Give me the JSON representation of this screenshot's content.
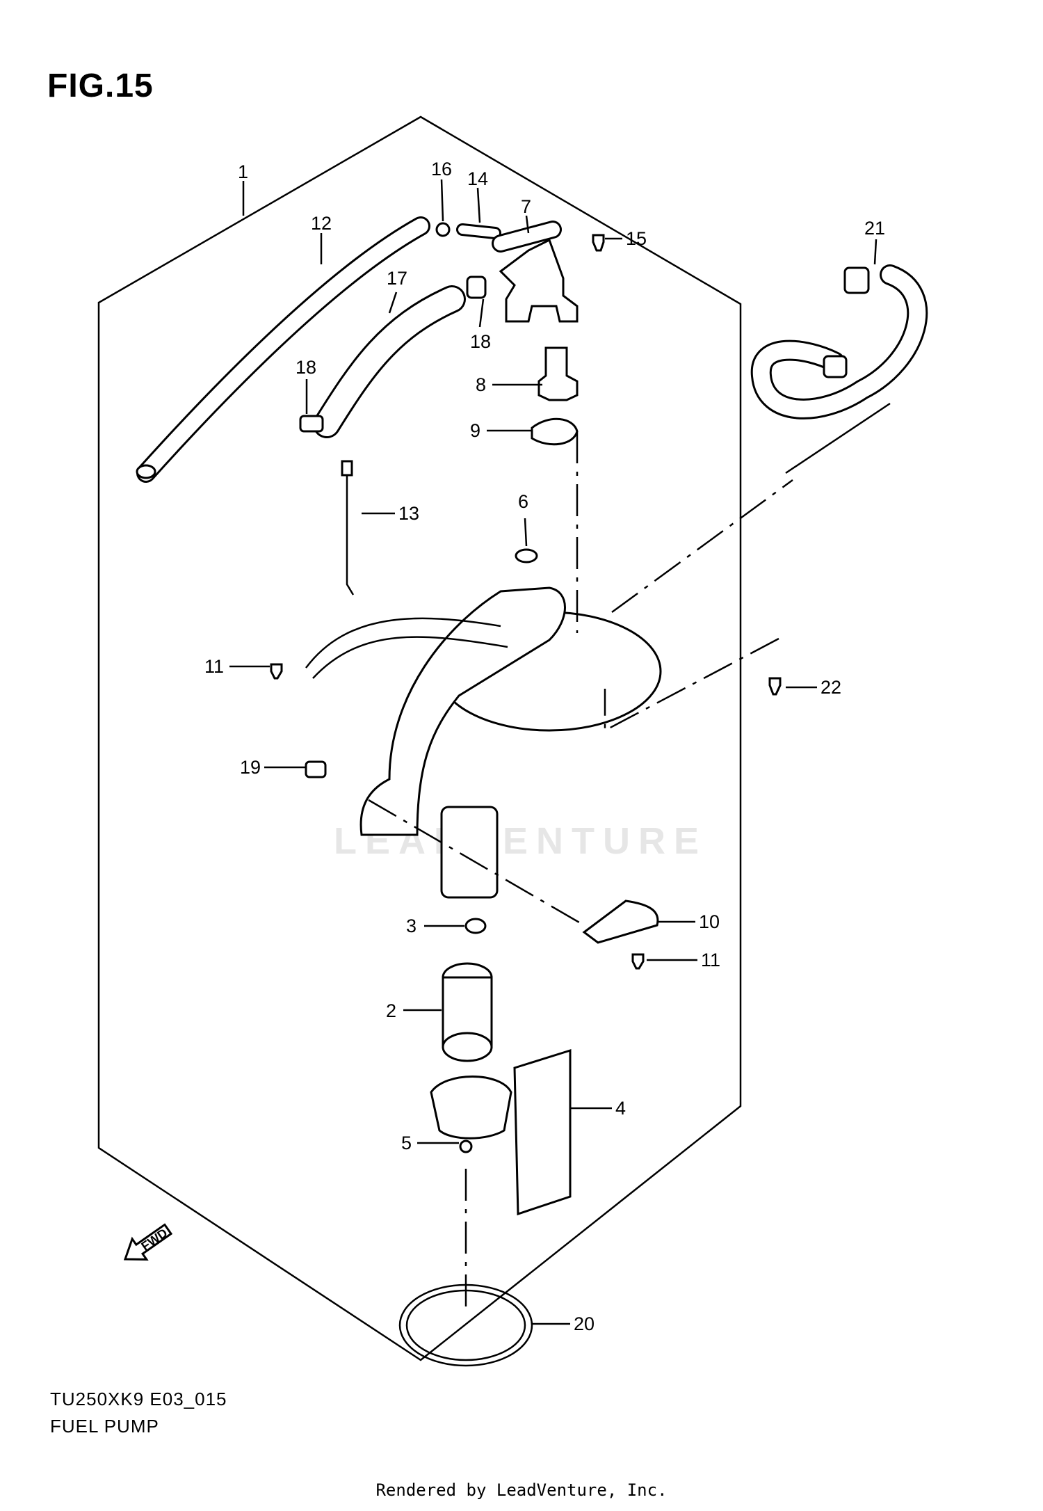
{
  "title": "FIG.15",
  "diagram": {
    "callouts": [
      {
        "id": "1",
        "label": "1"
      },
      {
        "id": "2",
        "label": "2"
      },
      {
        "id": "3",
        "label": "3"
      },
      {
        "id": "4",
        "label": "4"
      },
      {
        "id": "5",
        "label": "5"
      },
      {
        "id": "6",
        "label": "6"
      },
      {
        "id": "7",
        "label": "7"
      },
      {
        "id": "8",
        "label": "8"
      },
      {
        "id": "9",
        "label": "9"
      },
      {
        "id": "10",
        "label": "10"
      },
      {
        "id": "11a",
        "label": "11"
      },
      {
        "id": "11b",
        "label": "11"
      },
      {
        "id": "12",
        "label": "12"
      },
      {
        "id": "13",
        "label": "13"
      },
      {
        "id": "14",
        "label": "14"
      },
      {
        "id": "15",
        "label": "15"
      },
      {
        "id": "16",
        "label": "16"
      },
      {
        "id": "17",
        "label": "17"
      },
      {
        "id": "18a",
        "label": "18"
      },
      {
        "id": "18b",
        "label": "18"
      },
      {
        "id": "19",
        "label": "19"
      },
      {
        "id": "20",
        "label": "20"
      },
      {
        "id": "21",
        "label": "21"
      },
      {
        "id": "22",
        "label": "22"
      }
    ],
    "fwd_label": "FWD",
    "watermark": "LEADVENTURE"
  },
  "diagram_code": "TU250XK9 E03_015",
  "diagram_name": "FUEL PUMP",
  "footer": "Rendered by LeadVenture, Inc."
}
